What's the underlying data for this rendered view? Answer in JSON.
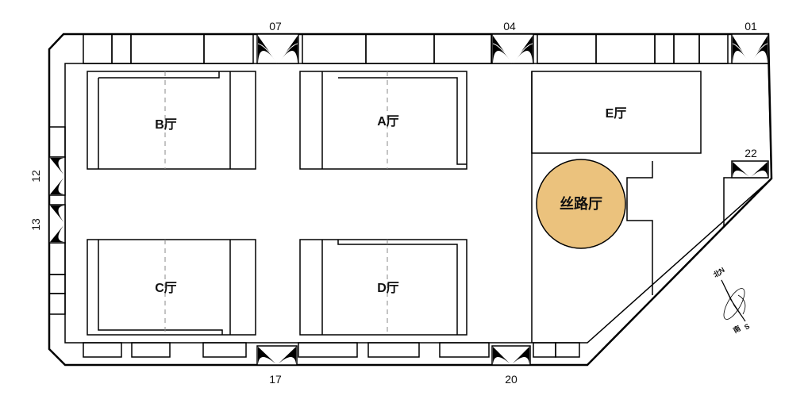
{
  "halls": {
    "a": "A厅",
    "b": "B厅",
    "c": "C厅",
    "d": "D厅",
    "e": "E厅",
    "silk_road": "丝路厅"
  },
  "gates": {
    "g01": "01",
    "g04": "04",
    "g07": "07",
    "g12": "12",
    "g13": "13",
    "g17": "17",
    "g20": "20",
    "g22": "22"
  },
  "compass": {
    "north_cn": "北",
    "north_en": "N",
    "south_cn": "南",
    "south_en": "S"
  },
  "colors": {
    "silk_road_fill": "#ebc27d",
    "wall": "#000000",
    "door": "#000000"
  }
}
